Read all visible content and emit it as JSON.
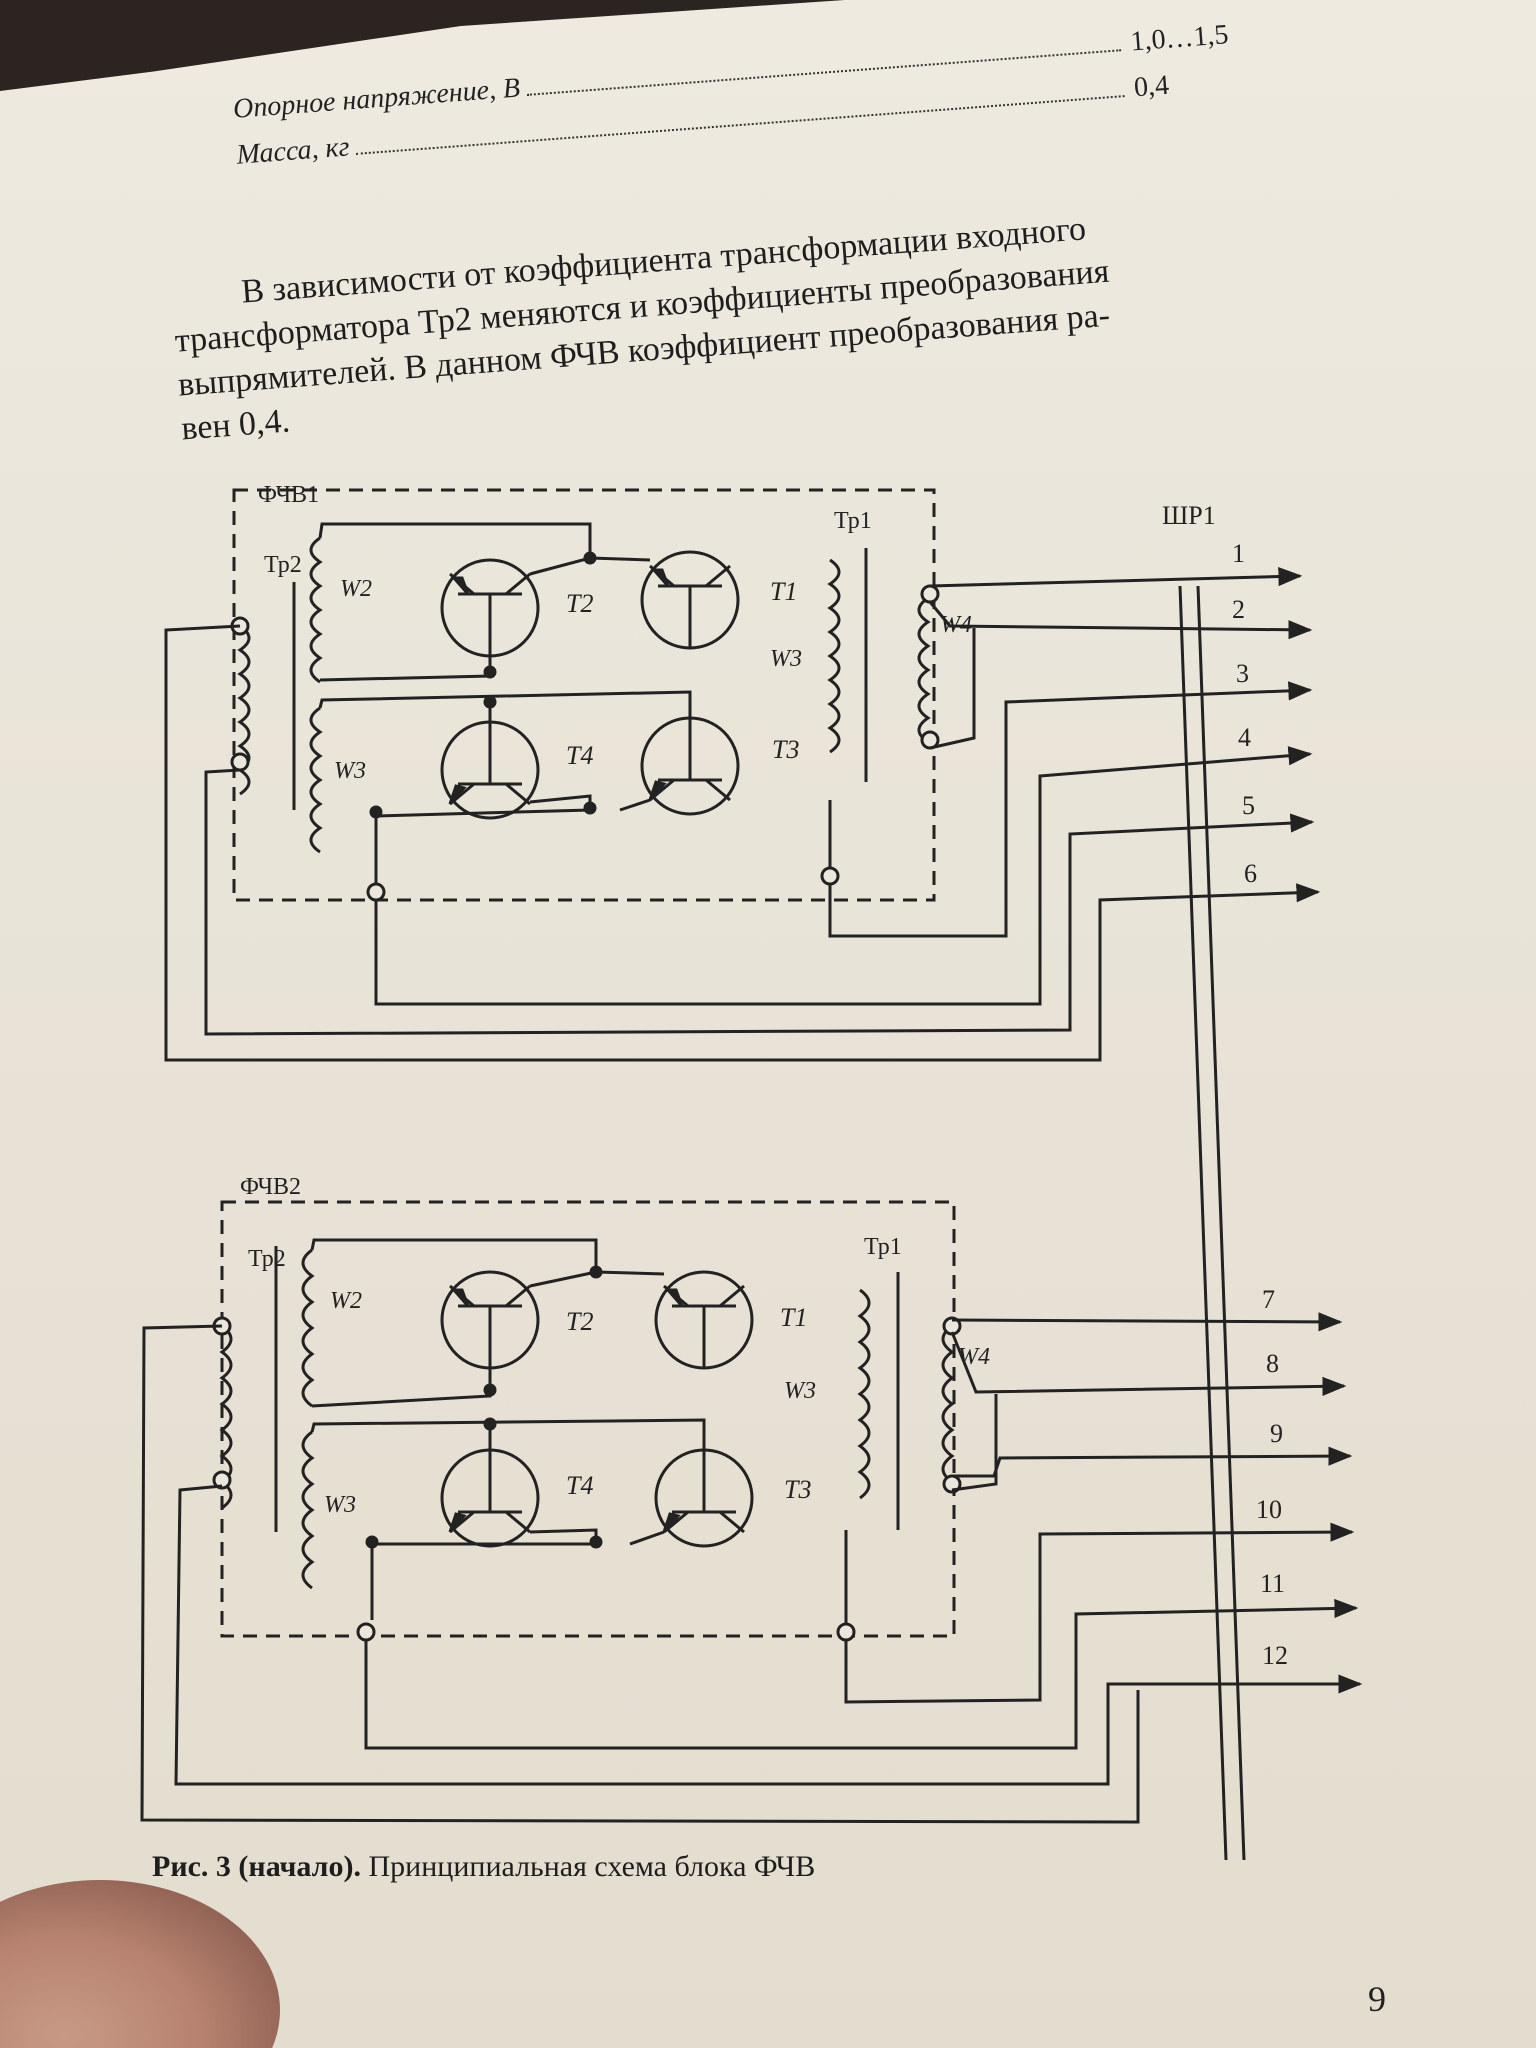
{
  "specs": [
    {
      "label": "Опорное напряжение, В",
      "value": "1,0…1,5"
    },
    {
      "label": "Масса, кг",
      "value": "0,4"
    }
  ],
  "paragraph": [
    "В зависимости от коэффициента трансформации входного",
    "трансформатора Тр2 меняются и коэффициенты преобразования",
    "выпрямителей. В данном ФЧВ коэффициент преобразования ра-",
    "вен 0,4."
  ],
  "schematic": {
    "block1": {
      "title": "ФЧВ1",
      "labels": {
        "tr2": "Тр2",
        "tr1": "Тр1",
        "w2": "W2",
        "w3_left": "W3",
        "w3_right": "W3",
        "w4": "W4",
        "t1": "T1",
        "t2": "T2",
        "t3": "T3",
        "t4": "T4"
      }
    },
    "block2": {
      "title": "ФЧВ2",
      "labels": {
        "tr2": "Тр2",
        "tr1": "Тр1",
        "w2": "W2",
        "w3_left": "W3",
        "w3_right": "W3",
        "w4": "W4",
        "t1": "T1",
        "t2": "T2",
        "t3": "T3",
        "t4": "T4"
      }
    },
    "connector": "ШР1",
    "pins_top": [
      "1",
      "2",
      "3",
      "4",
      "5",
      "6"
    ],
    "pins_bottom": [
      "7",
      "8",
      "9",
      "10",
      "11",
      "12"
    ]
  },
  "caption": {
    "bold": "Рис. 3 (начало).",
    "text": " Принципиальная схема блока ФЧВ"
  },
  "page_number": "9"
}
